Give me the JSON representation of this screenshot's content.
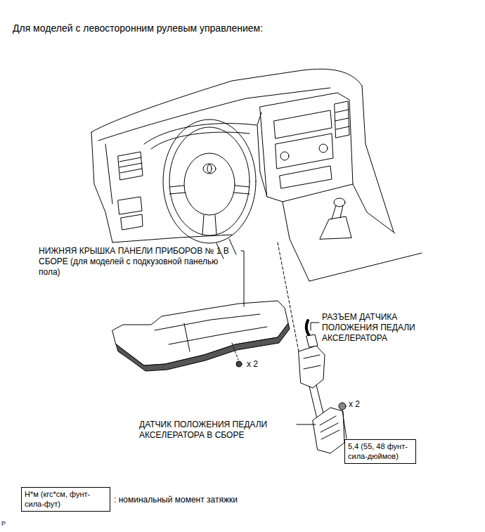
{
  "diagram": {
    "title": "Для моделей с левосторонним рулевым управлением:",
    "nodes": [
      {
        "text": [
          "5,4 (55, 48 фунт-сила-дюймов)"
        ]
      },
      {
        "text": [
          "Н*м (кгс*см, фунт-сила-фут)"
        ]
      }
    ],
    "labels": [
      "НИЖНЯЯ КРЫШКА ПАНЕЛИ ПРИБОРОВ № 1 В СБОРЕ (для моделей с подкузовной панелью пола)",
      "x 2",
      "РАЗЪЕМ ДАТЧИКА ПОЛОЖЕНИЯ ПЕДАЛИ АКСЕЛЕРАТОРА",
      "x 2",
      "ДАТЧИК ПОЛОЖЕНИЯ ПЕДАЛИ АКСЕЛЕРАТОРА В СБОРЕ",
      ": номинальный момент затяжки",
      "P"
    ]
  }
}
